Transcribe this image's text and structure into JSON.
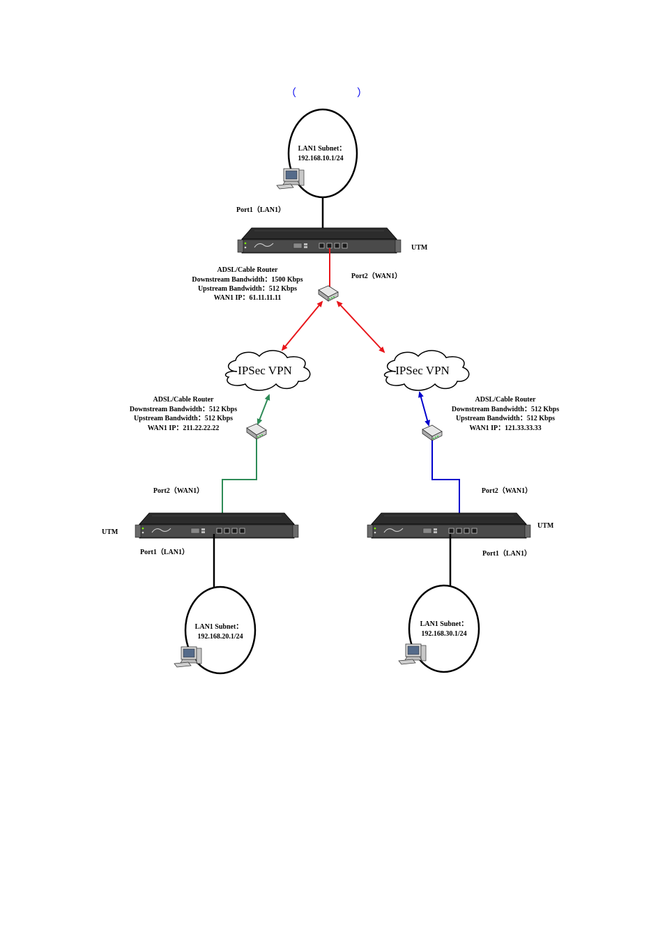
{
  "header": {
    "paren_open": "（",
    "paren_close": "）"
  },
  "colors": {
    "main_link": "#e8161b",
    "branch1_link": "#2e8b57",
    "branch2_link": "#0000cc",
    "outline": "#000000"
  },
  "hq": {
    "lan_subnet_label": "LAN1 Subnet：",
    "lan_subnet_value": "192.168.10.1/24",
    "port_lan": "Port1（LAN1）",
    "utm_label": "UTM",
    "port_wan": "Port2（WAN1）",
    "router": {
      "title": "ADSL/Cable Router",
      "downstream": "Downstream Bandwidth：1500 Kbps",
      "upstream": "Upstream Bandwidth：512 Kbps",
      "wan_ip": "WAN1 IP：61.11.11.11"
    }
  },
  "vpn_clouds": [
    {
      "label": "IPSec VPN"
    },
    {
      "label": "IPSec VPN"
    }
  ],
  "branch1": {
    "router": {
      "title": "ADSL/Cable Router",
      "downstream": "Downstream Bandwidth：512 Kbps",
      "upstream": "Upstream Bandwidth：512 Kbps",
      "wan_ip": "WAN1 IP：211.22.22.22"
    },
    "port_wan": "Port2（WAN1）",
    "utm_label": "UTM",
    "port_lan": "Port1（LAN1）",
    "lan_subnet_label": "LAN1 Subnet：",
    "lan_subnet_value": "192.168.20.1/24"
  },
  "branch2": {
    "router": {
      "title": "ADSL/Cable Router",
      "downstream": "Downstream Bandwidth：512 Kbps",
      "upstream": "Upstream Bandwidth：512 Kbps",
      "wan_ip": "WAN1 IP：121.33.33.33"
    },
    "port_wan": "Port2（WAN1）",
    "utm_label": "UTM",
    "port_lan": "Port1（LAN1）",
    "lan_subnet_label": "LAN1 Subnet：",
    "lan_subnet_value": "192.168.30.1/24"
  }
}
